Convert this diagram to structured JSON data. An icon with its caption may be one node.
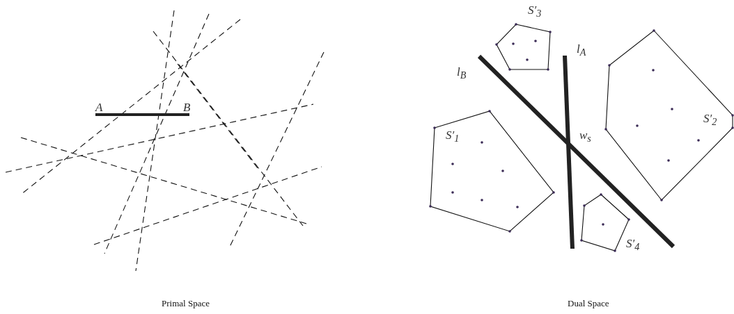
{
  "diagram": {
    "labels": [
      "S′$_{3}$",
      "l$_{A}$",
      "l$_{B}$",
      "A",
      "B",
      "w$_{s}$",
      "S′$_{2}$",
      "S′$_{1}$",
      "S′$_{4}$",
      "Primal Space",
      "Dual Space"
    ]
  }
}
